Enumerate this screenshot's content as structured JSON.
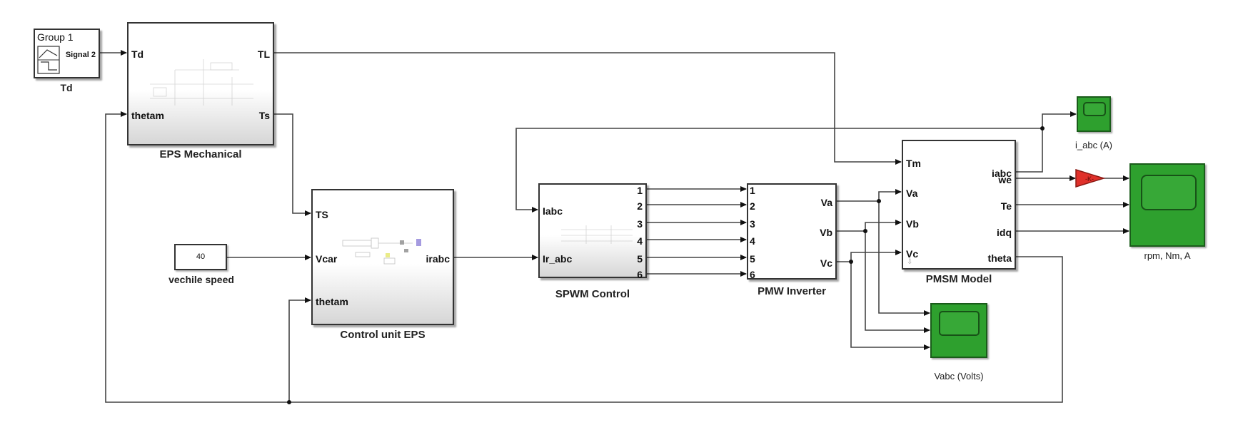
{
  "diagram_title": "EPS system Simulink model",
  "blocks": {
    "signal_builder": {
      "group": "Group 1",
      "signal": "Signal 2",
      "label": "Td"
    },
    "eps_mechanical": {
      "label": "EPS Mechanical",
      "inputs": [
        "Td",
        "thetam"
      ],
      "outputs": [
        "TL",
        "Ts"
      ]
    },
    "vehicle_speed": {
      "value": "40",
      "label": "vechile speed"
    },
    "control_unit": {
      "label": "Control unit EPS",
      "inputs": [
        "TS",
        "Vcar",
        "thetam"
      ],
      "outputs": [
        "irabc"
      ]
    },
    "spwm_control": {
      "label": "SPWM Control",
      "inputs": [
        "Iabc",
        "Ir_abc"
      ],
      "outputs": [
        "1",
        "2",
        "3",
        "4",
        "5",
        "6"
      ]
    },
    "pmw_inverter": {
      "label": "PMW Inverter",
      "inputs": [
        "1",
        "2",
        "3",
        "4",
        "5",
        "6"
      ],
      "outputs": [
        "Va",
        "Vb",
        "Vc"
      ]
    },
    "pmsm_model": {
      "label": "PMSM Model",
      "inputs": [
        "Tm",
        "Va",
        "Vb",
        "Vc"
      ],
      "outputs": [
        "iabc",
        "we",
        "Te",
        "idq",
        "theta"
      ]
    },
    "gain": {
      "symbol": "-K-"
    },
    "scope_iabc": {
      "label": "i_abc (A)"
    },
    "scope_main": {
      "label": "rpm, Nm, A"
    },
    "scope_vabc": {
      "label": "Vabc (Volts)"
    }
  },
  "colors": {
    "scope_green": "#2ea02e",
    "gain_red": "#e0302a",
    "wire": "#333333"
  }
}
